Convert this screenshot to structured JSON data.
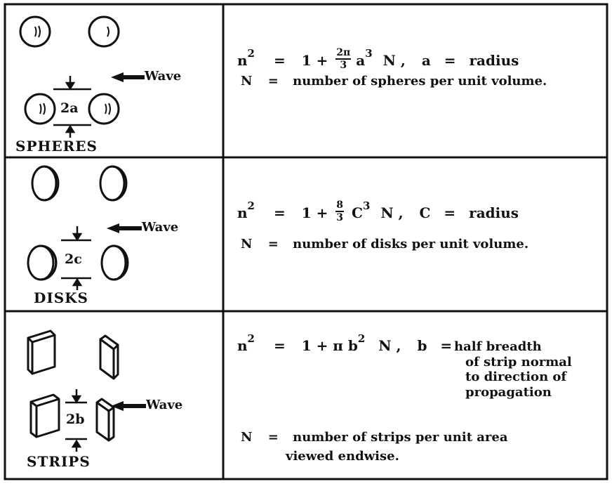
{
  "panels": [
    {
      "name": "SPHERES",
      "gap_label": "2a",
      "wave_label": "Wave",
      "eq_lhs": "n",
      "eq_exp": "2",
      "eq_eq": "=",
      "eq_one": "1 +",
      "eq_frac_num": "2π",
      "eq_frac_den": "3",
      "eq_var": "a",
      "eq_var_exp": "3",
      "eq_n": "N ,",
      "eq_def_sym": "a",
      "eq_def_eq": "=",
      "eq_def_text": "radius",
      "n_sym": "N",
      "n_eq": "=",
      "n_text": "number of spheres per unit volume."
    },
    {
      "name": "DISKS",
      "gap_label": "2c",
      "wave_label": "Wave",
      "eq_lhs": "n",
      "eq_exp": "2",
      "eq_eq": "=",
      "eq_one": "1 +",
      "eq_frac_num": "8",
      "eq_frac_den": "3",
      "eq_var": "C",
      "eq_var_exp": "3",
      "eq_n": "N ,",
      "eq_def_sym": "C",
      "eq_def_eq": "=",
      "eq_def_text": "radius",
      "n_sym": "N",
      "n_eq": "=",
      "n_text": "number of disks per unit volume."
    },
    {
      "name": "STRIPS",
      "gap_label": "2b",
      "wave_label": "Wave",
      "eq_lhs": "n",
      "eq_exp": "2",
      "eq_eq": "=",
      "eq_one": "1 + π b",
      "eq_var_exp": "2",
      "eq_n": "N ,",
      "eq_def_sym": "b",
      "eq_def_eq": "=",
      "eq_def_lines": [
        "half breadth",
        "of strip normal",
        "to direction of",
        "propagation"
      ],
      "n_sym": "N",
      "n_eq": "=",
      "n_lines": [
        "number of strips per unit area",
        "viewed endwise."
      ]
    }
  ]
}
